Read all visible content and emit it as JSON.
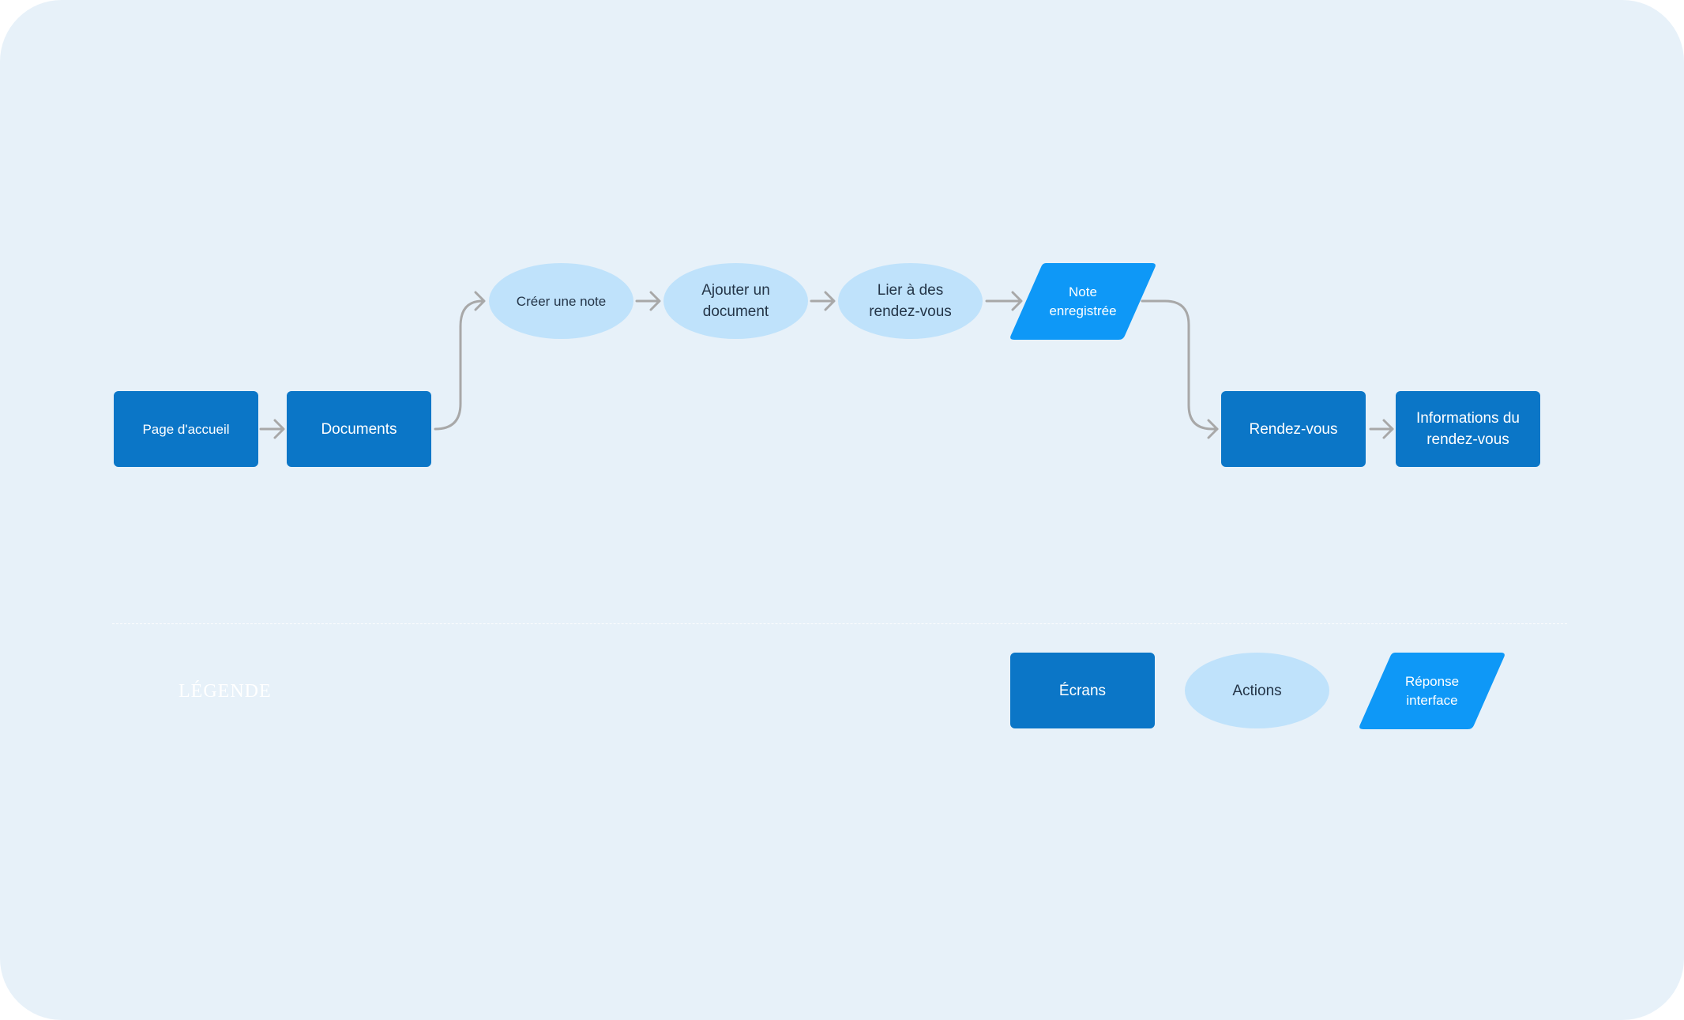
{
  "colors": {
    "background": "#e7f1f9",
    "screen_fill": "#0b76c7",
    "action_fill": "#bfe2fb",
    "response_fill": "#0e98f7",
    "connector": "#a8a8a8"
  },
  "flow": {
    "screens": {
      "home": "Page d'accueil",
      "documents": "Documents",
      "appointments": "Rendez-vous",
      "appointment_info": "Informations du\nrendez-vous"
    },
    "actions": {
      "create_note": "Créer une note",
      "add_document": "Ajouter un\ndocument",
      "link_appointments": "Lier à des\nrendez-vous"
    },
    "responses": {
      "note_saved": "Note\nenregistrée"
    },
    "connections": [
      {
        "from": "Page d'accueil",
        "to": "Documents"
      },
      {
        "from": "Documents",
        "to": "Créer une note"
      },
      {
        "from": "Créer une note",
        "to": "Ajouter un document"
      },
      {
        "from": "Ajouter un document",
        "to": "Lier à des rendez-vous"
      },
      {
        "from": "Lier à des rendez-vous",
        "to": "Note enregistrée"
      },
      {
        "from": "Note enregistrée",
        "to": "Rendez-vous"
      },
      {
        "from": "Rendez-vous",
        "to": "Informations du rendez-vous"
      }
    ]
  },
  "legend": {
    "title": "LÉGENDE",
    "screens_label": "Écrans",
    "actions_label": "Actions",
    "response_label": "Réponse\ninterface"
  }
}
